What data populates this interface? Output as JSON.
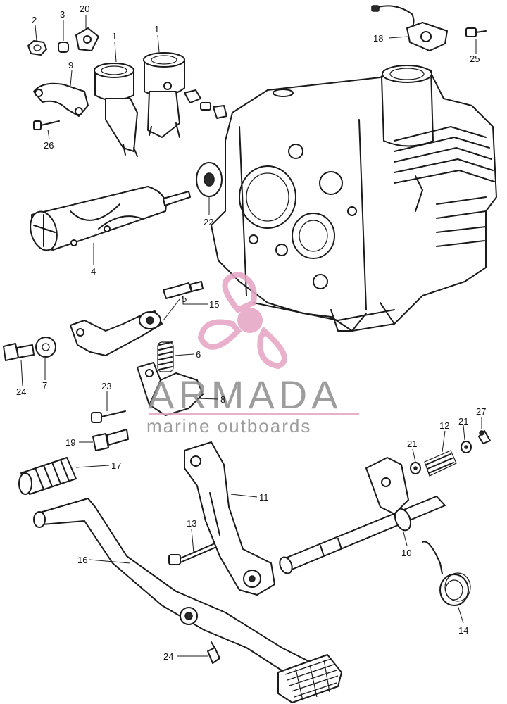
{
  "watermark": {
    "brand": "ARMADA",
    "tagline": "marine outboards",
    "color": "#e6a3c2",
    "text_color": "#8c8c8c"
  },
  "callouts": [
    "1",
    "1",
    "2",
    "3",
    "20",
    "9",
    "26",
    "22",
    "4",
    "18",
    "25",
    "15",
    "5",
    "6",
    "24",
    "7",
    "23",
    "8",
    "19",
    "17",
    "12",
    "21",
    "21",
    "27",
    "11",
    "13",
    "10",
    "16",
    "14",
    "24"
  ]
}
